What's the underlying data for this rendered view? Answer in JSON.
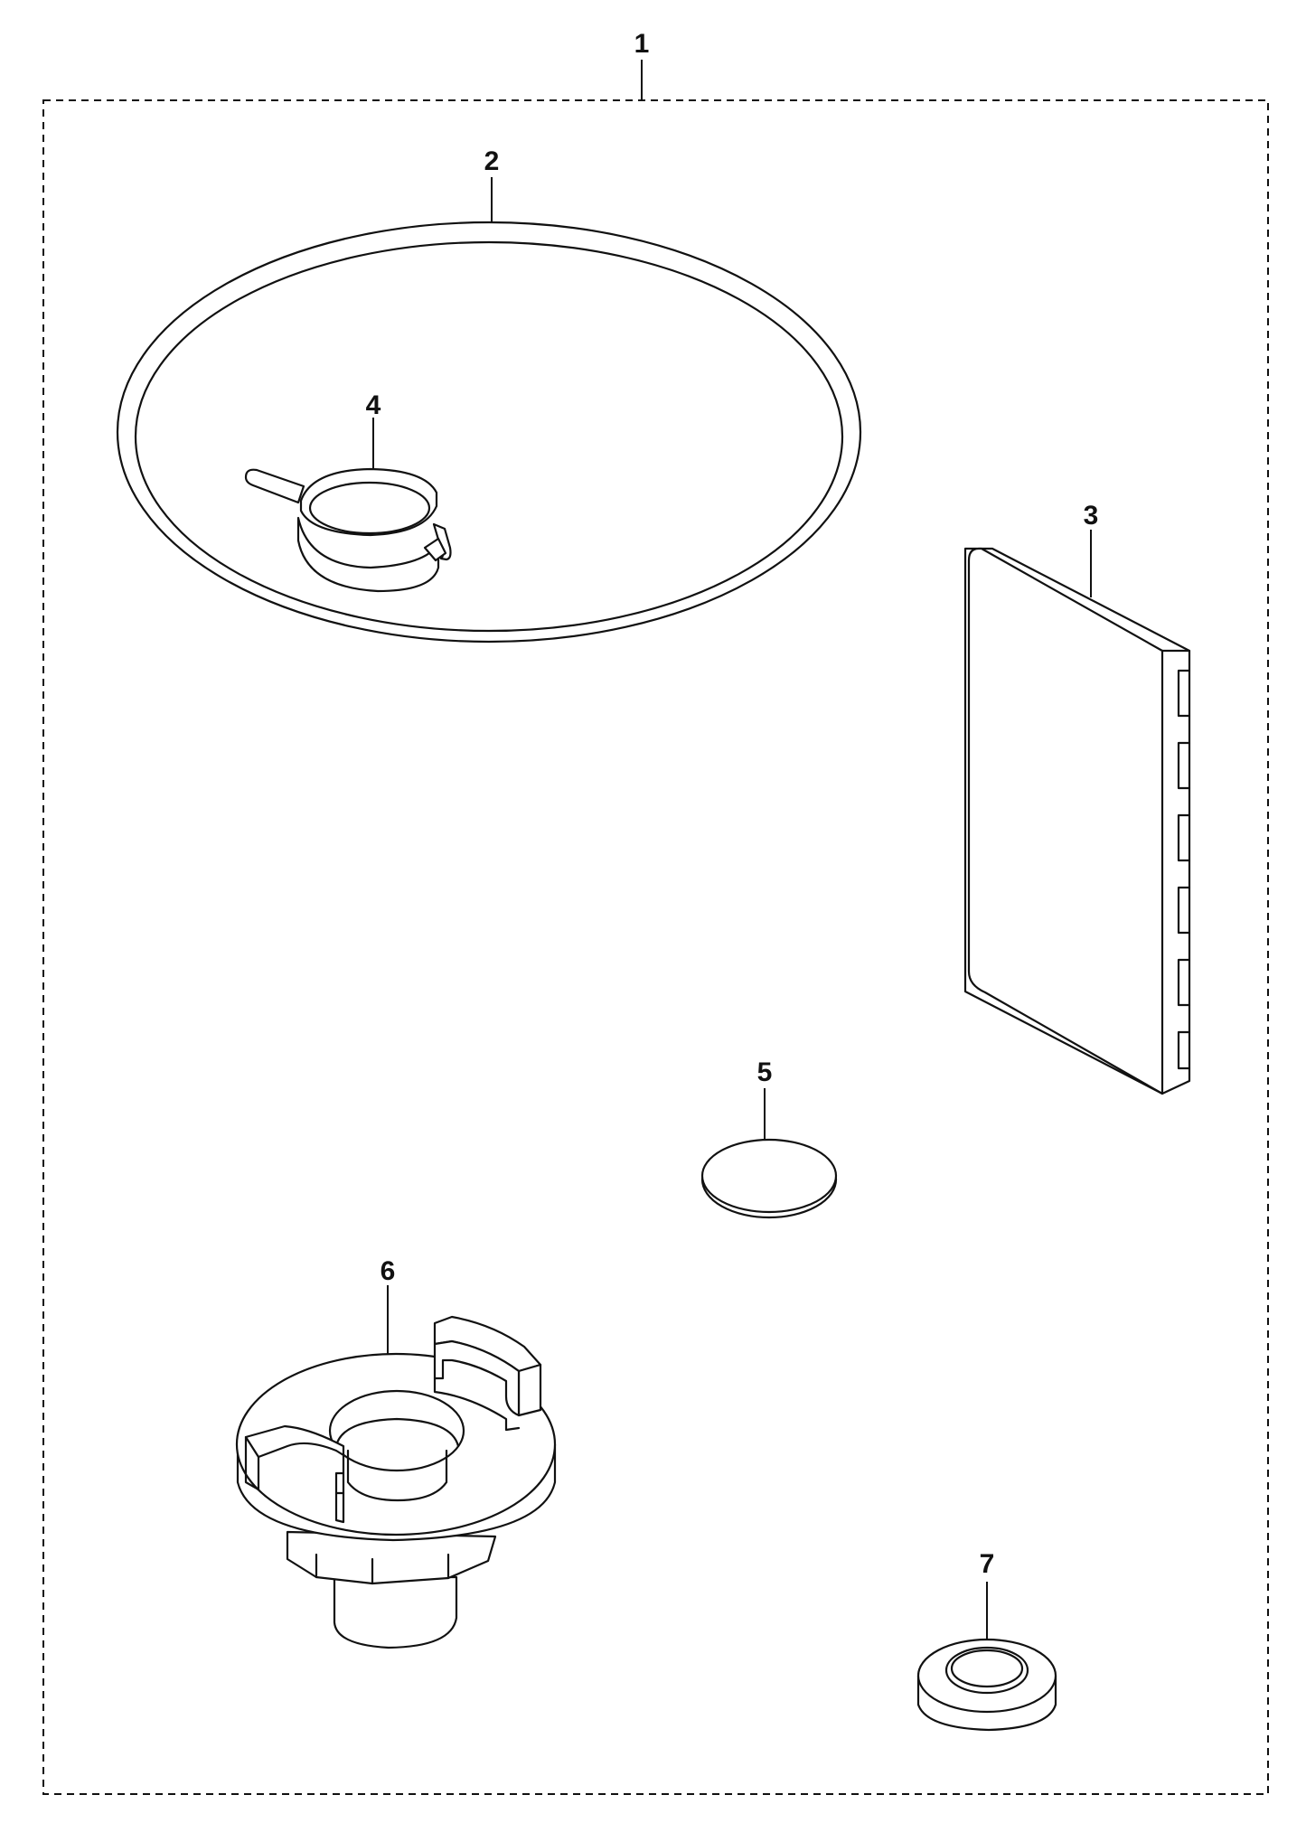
{
  "callouts": {
    "kit": "1",
    "o_ring": "2",
    "plate": "3",
    "clip": "4",
    "disc": "5",
    "nozzle": "6",
    "cap": "7"
  },
  "colors": {
    "line": "#111111",
    "background": "#ffffff"
  }
}
